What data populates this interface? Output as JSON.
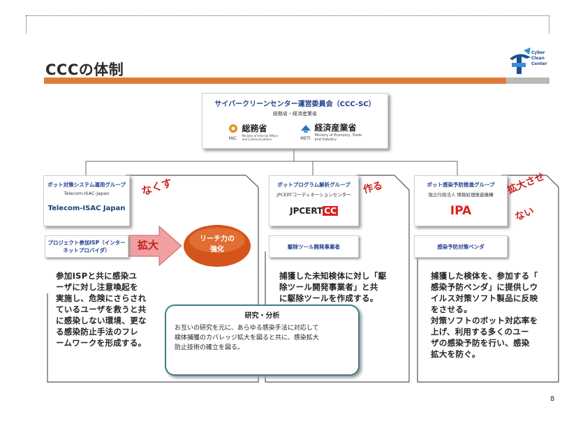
{
  "title": "CCCの体制",
  "logo": {
    "lines": [
      "Cyber",
      "Clean",
      "Center"
    ]
  },
  "top": {
    "title": "サイバークリーンセンター運営委員会（CCC-SC）",
    "subtitle": "総務省・経済産業省",
    "mic_name": "総務省",
    "mic_abbr": "MIC",
    "mic_en": "Ministry of Internal Affairs and Communications",
    "meti_name": "経済産業省",
    "meti_abbr": "METI",
    "meti_en": "Ministry of Economy, Trade and Industry"
  },
  "groups": [
    {
      "title": "ボット対策システム運用グループ",
      "subtitle": "Telecom-ISAC-Japan",
      "logo": "Telecom-ISAC Japan",
      "label": "プロジェクト参加ISP（インターネットプロバイダ）",
      "desc": [
        "参加ISPと共に感染ユ",
        "ーザに対し注意喚起を",
        "実施し、危険にさらされ",
        "ているユーザを救うと共",
        "に感染しない環境、更な",
        "る感染防止手法のフレ",
        "ームワークを形成する。"
      ],
      "callout": "なくす"
    },
    {
      "title": "ボットプログラム解析グループ",
      "subtitle": "JPCERTコーディネーションセンター",
      "logo_a": "JPCERT",
      "logo_b": "CC",
      "label": "駆除ツール開発事業者",
      "desc": [
        "捕獲した未知検体に対し「駆",
        "除ツール開発事業者」と共",
        "に駆除ツールを作成する。"
      ],
      "callout": "作る"
    },
    {
      "title": "ボット感染予防推進グループ",
      "subtitle": "独立行政法人 情報処理推進機構",
      "logo": "IPA",
      "label": "感染予防対策ベンダ",
      "desc": [
        "捕獲した検体を、参加する「",
        "感染予防ベンダ」に提供しウ",
        "イルス対策ソフト製品に反映",
        "をさせる。",
        "対策ソフトのボット対応率を",
        "上げ、利用する多くのユー",
        "ザの感染予防を行い、感染",
        "拡大を防ぐ。"
      ],
      "callout_a": "拡大させ",
      "callout_b": "ない"
    }
  ],
  "arrow_label": "拡大",
  "reach": [
    "リーチ力の",
    "強化"
  ],
  "research": {
    "title": "研究・分析",
    "body": [
      "お互いの研究を元に、あらゆる感染手法に対応して",
      "検体捕獲のカバレッジ拡大を図ると共に、感染拡大",
      "防止技術の確立を図る。"
    ]
  },
  "page_number": "8",
  "colors": {
    "orange": "#e07b3c",
    "navy": "#1f3f8f",
    "red": "#cc2222",
    "teal": "#3d7f86",
    "ball": "#d4541c"
  }
}
